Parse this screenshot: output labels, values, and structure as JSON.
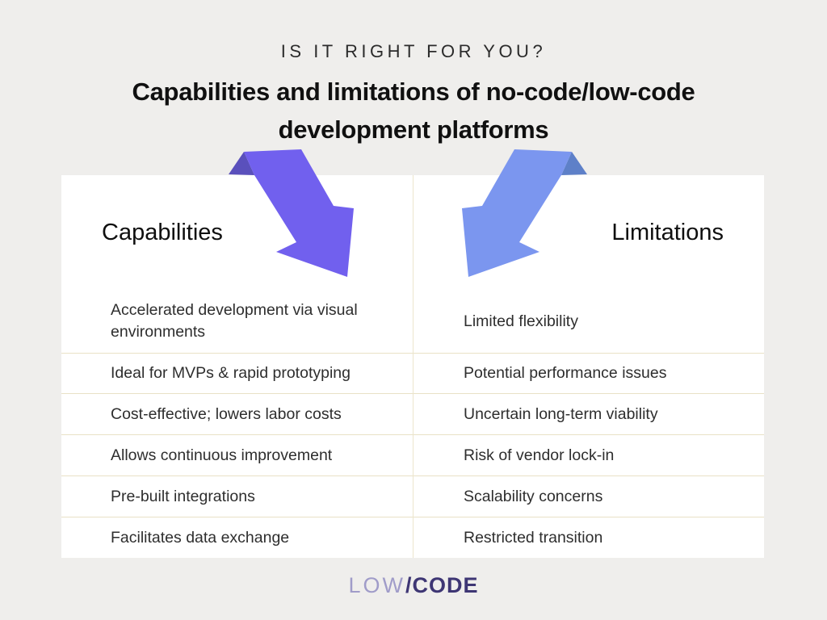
{
  "kicker": "IS IT RIGHT FOR YOU?",
  "title": {
    "line1": "Capabilities and limitations of no-code/low-code",
    "line2": "development platforms"
  },
  "table": {
    "columns": [
      {
        "header": "Capabilities",
        "rows": [
          "Accelerated development via visual environments",
          "Ideal for MVPs & rapid prototyping",
          "Cost-effective; lowers labor costs",
          "Allows continuous improvement",
          "Pre-built integrations",
          "Facilitates data exchange"
        ]
      },
      {
        "header": "Limitations",
        "rows": [
          "Limited flexibility",
          "Potential performance issues",
          "Uncertain long-term viability",
          "Risk of vendor lock-in",
          "Scalability concerns",
          "Restricted transition"
        ]
      }
    ]
  },
  "icons": {
    "left_arrow": "down-right-arrow-icon",
    "right_arrow": "down-left-arrow-icon"
  },
  "logo": {
    "low": "LOW",
    "slash": "/",
    "code": "CODE"
  },
  "colors": {
    "background": "#efeeec",
    "panel": "#ffffff",
    "divider": "#e9e1c6",
    "arrow_purple": "#7160ee",
    "arrow_purple_fold": "#5a50bc",
    "arrow_blue": "#7b96ef",
    "arrow_blue_fold": "#5e80c8",
    "title_text": "#101010",
    "body_text": "#2e2e2e",
    "logo_light": "#a09cc9",
    "logo_dark": "#3e3674"
  }
}
